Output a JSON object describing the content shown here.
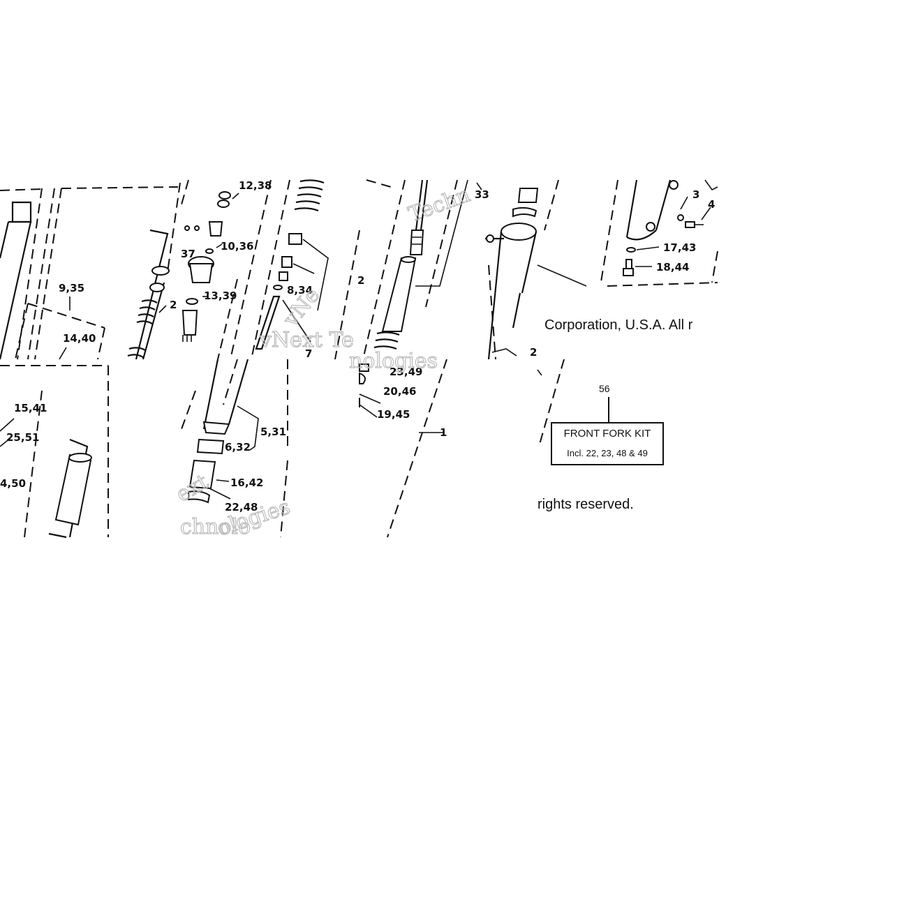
{
  "callouts": [
    {
      "id": "c-12-38",
      "text": "12,38"
    },
    {
      "id": "c-37",
      "text": "37"
    },
    {
      "id": "c-10-36",
      "text": "10,36"
    },
    {
      "id": "c-9-35",
      "text": "9,35"
    },
    {
      "id": "c-13-39",
      "text": "13,39"
    },
    {
      "id": "c-2a",
      "text": "2"
    },
    {
      "id": "c-14-40",
      "text": "14,40"
    },
    {
      "id": "c-8-34",
      "text": "8,34"
    },
    {
      "id": "c-2b",
      "text": "2"
    },
    {
      "id": "c-7",
      "text": "7"
    },
    {
      "id": "c-33",
      "text": "33"
    },
    {
      "id": "c-3",
      "text": "3"
    },
    {
      "id": "c-4",
      "text": "4"
    },
    {
      "id": "c-17-43",
      "text": "17,43"
    },
    {
      "id": "c-18-44",
      "text": "18,44"
    },
    {
      "id": "c-23-49",
      "text": "23,49"
    },
    {
      "id": "c-20-46",
      "text": "20,46"
    },
    {
      "id": "c-19-45",
      "text": "19,45"
    },
    {
      "id": "c-2c",
      "text": "2"
    },
    {
      "id": "c-15-41",
      "text": "15,41"
    },
    {
      "id": "c-25-51",
      "text": "25,51"
    },
    {
      "id": "c-4-50",
      "text": "4,50"
    },
    {
      "id": "c-5-31",
      "text": "5,31"
    },
    {
      "id": "c-6-32",
      "text": "6,32"
    },
    {
      "id": "c-16-42",
      "text": "16,42"
    },
    {
      "id": "c-22-48",
      "text": "22,48"
    },
    {
      "id": "c-1",
      "text": "1"
    }
  ],
  "copyright": {
    "line1": "Corporation, U.S.A. All r",
    "line2": "rights reserved."
  },
  "kit": {
    "number": "56",
    "title": "FRONT FORK KIT",
    "includes": "Incl. 22, 23, 48 & 49"
  },
  "watermarks": [
    "Techn",
    "vNext Te",
    "nologies",
    "ext",
    "chnolo",
    "ologies",
    "vNe"
  ]
}
